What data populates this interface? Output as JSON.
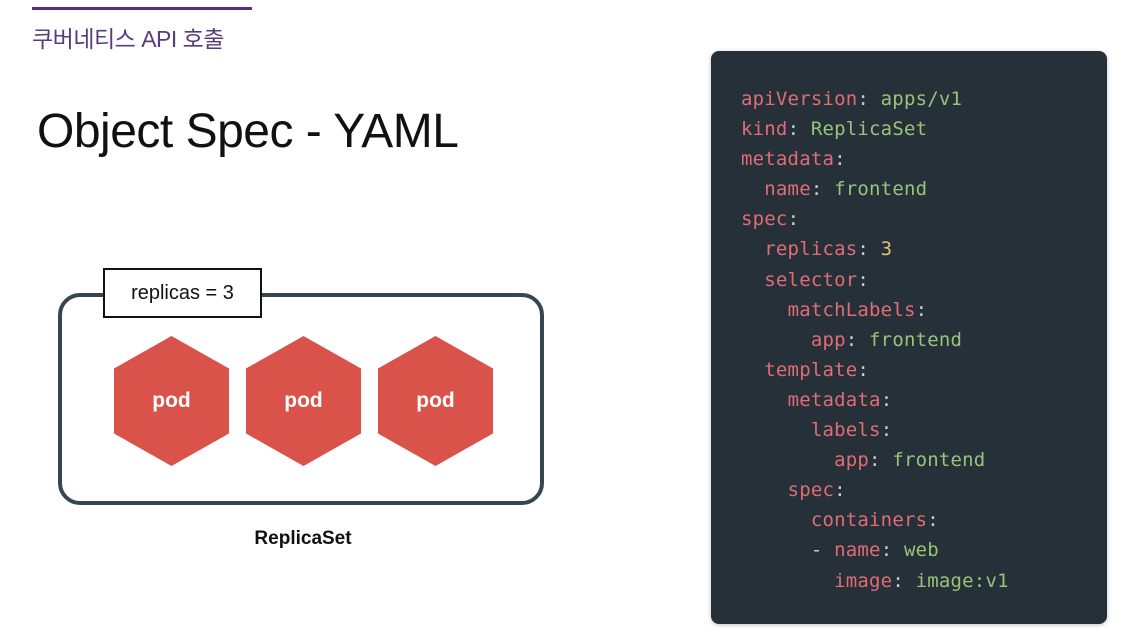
{
  "header": {
    "section_title": "쿠버네티스 API 호출",
    "accent_color": "#5b2a86"
  },
  "page_title": "Object Spec - YAML",
  "diagram": {
    "replicas_label": "replicas = 3",
    "pods": [
      "pod",
      "pod",
      "pod"
    ],
    "pod_color": "#d9534a",
    "caption": "ReplicaSet"
  },
  "code": {
    "lines": [
      {
        "indent": "",
        "key": "apiVersion",
        "value": "apps/v1",
        "value_type": "string"
      },
      {
        "indent": "",
        "key": "kind",
        "value": "ReplicaSet",
        "value_type": "string"
      },
      {
        "indent": "",
        "key": "metadata",
        "value": "",
        "value_type": "none"
      },
      {
        "indent": "  ",
        "key": "name",
        "value": "frontend",
        "value_type": "string"
      },
      {
        "indent": "",
        "key": "spec",
        "value": "",
        "value_type": "none"
      },
      {
        "indent": "  ",
        "key": "replicas",
        "value": "3",
        "value_type": "number"
      },
      {
        "indent": "  ",
        "key": "selector",
        "value": "",
        "value_type": "none"
      },
      {
        "indent": "    ",
        "key": "matchLabels",
        "value": "",
        "value_type": "none"
      },
      {
        "indent": "      ",
        "key": "app",
        "value": "frontend",
        "value_type": "string"
      },
      {
        "indent": "  ",
        "key": "template",
        "value": "",
        "value_type": "none"
      },
      {
        "indent": "    ",
        "key": "metadata",
        "value": "",
        "value_type": "none"
      },
      {
        "indent": "      ",
        "key": "labels",
        "value": "",
        "value_type": "none"
      },
      {
        "indent": "        ",
        "key": "app",
        "value": "frontend",
        "value_type": "string"
      },
      {
        "indent": "    ",
        "key": "spec",
        "value": "",
        "value_type": "none"
      },
      {
        "indent": "      ",
        "key": "containers",
        "value": "",
        "value_type": "none"
      },
      {
        "indent": "      ",
        "dash": "- ",
        "key": "name",
        "value": "web",
        "value_type": "string"
      },
      {
        "indent": "        ",
        "key": "image",
        "value": "image:v1",
        "value_type": "string"
      }
    ],
    "colors": {
      "background": "#263038",
      "key": "#e06c75",
      "string": "#98c379",
      "number": "#e5c07b"
    }
  }
}
